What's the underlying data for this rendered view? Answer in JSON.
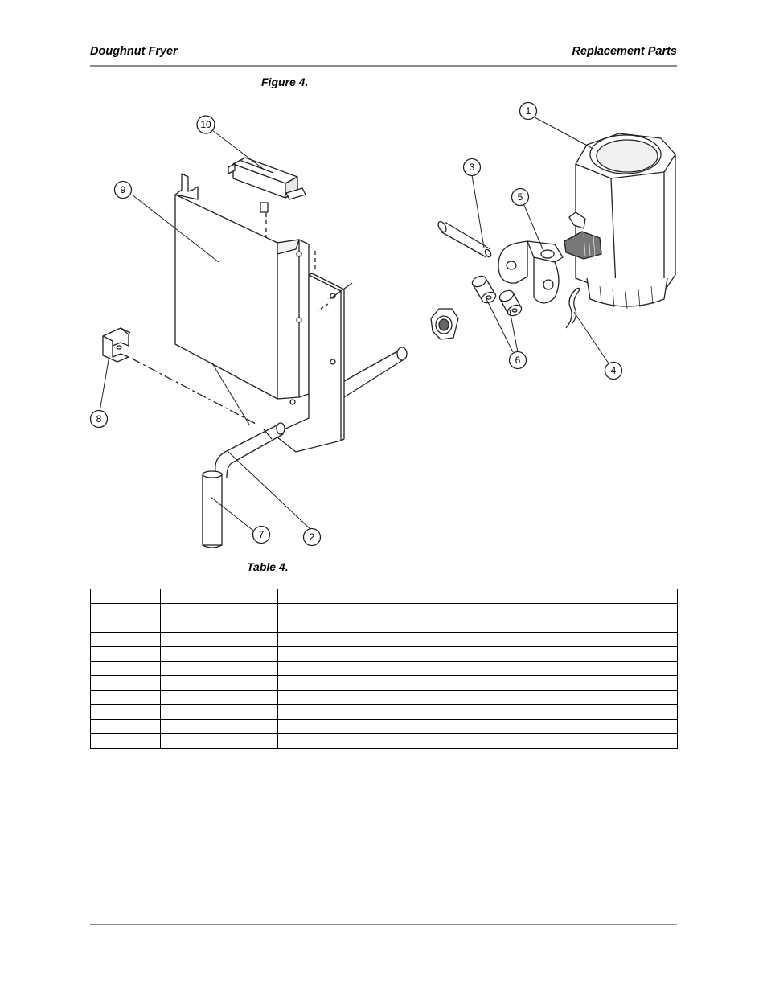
{
  "header": {
    "left_title": "Doughnut Fryer",
    "right_title": "Replacement Parts"
  },
  "figure": {
    "caption": "Figure 4.",
    "balloons": [
      "1",
      "2",
      "3",
      "4",
      "5",
      "6",
      "7",
      "8",
      "9",
      "10"
    ]
  },
  "table": {
    "caption": "Table 4.",
    "rows": [
      [
        "",
        "",
        "",
        ""
      ],
      [
        "",
        "",
        "",
        ""
      ],
      [
        "",
        "",
        "",
        ""
      ],
      [
        "",
        "",
        "",
        ""
      ],
      [
        "",
        "",
        "",
        ""
      ],
      [
        "",
        "",
        "",
        ""
      ],
      [
        "",
        "",
        "",
        ""
      ],
      [
        "",
        "",
        "",
        ""
      ],
      [
        "",
        "",
        "",
        ""
      ],
      [
        "",
        "",
        "",
        ""
      ],
      [
        "",
        "",
        "",
        ""
      ]
    ]
  }
}
